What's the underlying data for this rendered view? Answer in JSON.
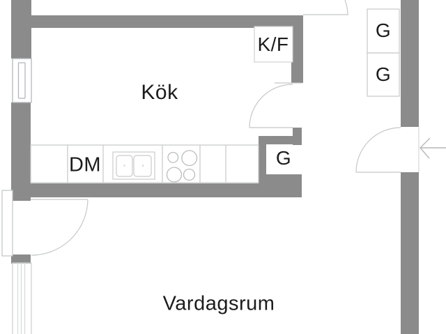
{
  "plan": {
    "rooms": {
      "kitchen": "Kök",
      "living_room": "Vardagsrum"
    },
    "fixtures": {
      "fridge_freezer": "K/F",
      "dishwasher": "DM",
      "closet_kitchen": "G",
      "closet_hall_top": "G",
      "closet_hall_bottom": "G"
    },
    "colors": {
      "wall": "#8b8b8b",
      "thin_line": "#c0c4c4",
      "light_line": "#d4d8d8",
      "text": "#1c1c1c",
      "background": "#ffffff"
    }
  }
}
